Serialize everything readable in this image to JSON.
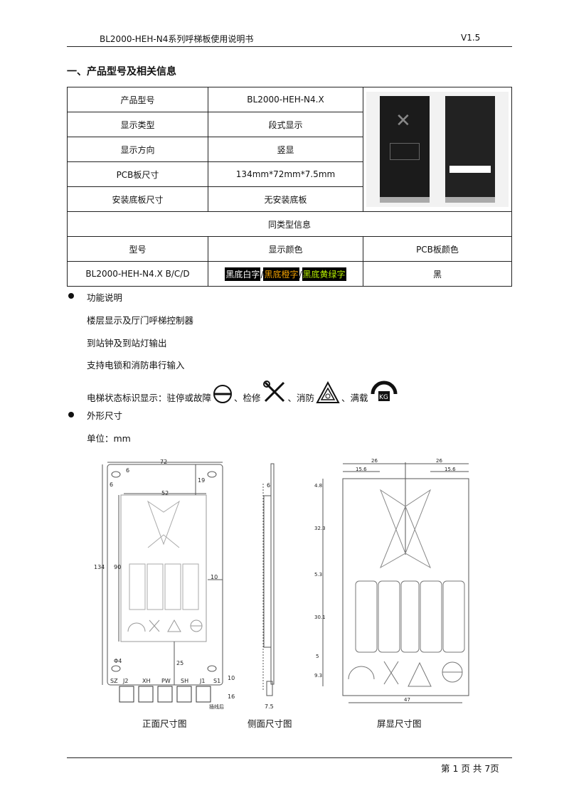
{
  "header": {
    "title": "BL2000-HEH-N4系列呼梯板使用说明书",
    "version": "V1.5"
  },
  "section_title": "一、产品型号及相关信息",
  "spec_table": {
    "rows": [
      {
        "label": "产品型号",
        "value": "BL2000-HEH-N4.X"
      },
      {
        "label": "显示类型",
        "value": "段式显示"
      },
      {
        "label": "显示方向",
        "value": "竖显"
      },
      {
        "label": "PCB板尺寸",
        "value": "134mm*72mm*7.5mm"
      },
      {
        "label": "安装底板尺寸",
        "value": "无安装底板"
      }
    ],
    "same_type_header": "同类型信息",
    "columns": [
      "型号",
      "显示颜色",
      "PCB板颜色"
    ],
    "data_row": {
      "model": "BL2000-HEH-N4.X B/C/D",
      "colors": [
        {
          "text": "黑底白字",
          "color": "#ffffff"
        },
        {
          "text": "黑底橙字",
          "color": "#f0a000"
        },
        {
          "text": "黑底黄绿字",
          "color": "#b8f000"
        }
      ],
      "separator": "/",
      "pcb_color": "黑"
    }
  },
  "features": {
    "heading": "功能说明",
    "items": [
      "楼层显示及厅门呼梯控制器",
      "到站钟及到站灯输出",
      "支持电锁和消防串行输入"
    ],
    "status_line": {
      "prefix": "电梯状态标识显示：驻停或故障",
      "sep1": "、检修",
      "sep2": "、消防",
      "sep3": "、满载"
    }
  },
  "dimensions": {
    "heading": "外形尺寸",
    "unit": "单位：mm"
  },
  "front_drawing": {
    "caption": "正面尺寸图",
    "labels": {
      "w": "72",
      "h": "134",
      "hole_y": "6",
      "hole_x": "6",
      "top": "19",
      "disp_w": "52",
      "disp_h": "90",
      "right": "10",
      "bottom": "25",
      "hole_d": "Φ4",
      "b10": "10",
      "b16": "16",
      "note": "插线后"
    },
    "connectors": [
      "SZ",
      "J2",
      "XH",
      "PW",
      "SH",
      "J1",
      "S1"
    ]
  },
  "side_drawing": {
    "caption": "侧面尺寸图",
    "labels": {
      "t": "6",
      "total": "7.5"
    }
  },
  "screen_drawing": {
    "caption": "屏显尺寸图",
    "labels": {
      "l26": "26",
      "r26": "26",
      "l156": "15.6",
      "r156": "15.6",
      "v48": "4.8",
      "v323": "32.3",
      "v53": "5.3",
      "v301": "30.1",
      "v5": "5",
      "v93": "9.3",
      "w47": "47"
    }
  },
  "footer": {
    "page": "第 1 页 共 7页"
  }
}
